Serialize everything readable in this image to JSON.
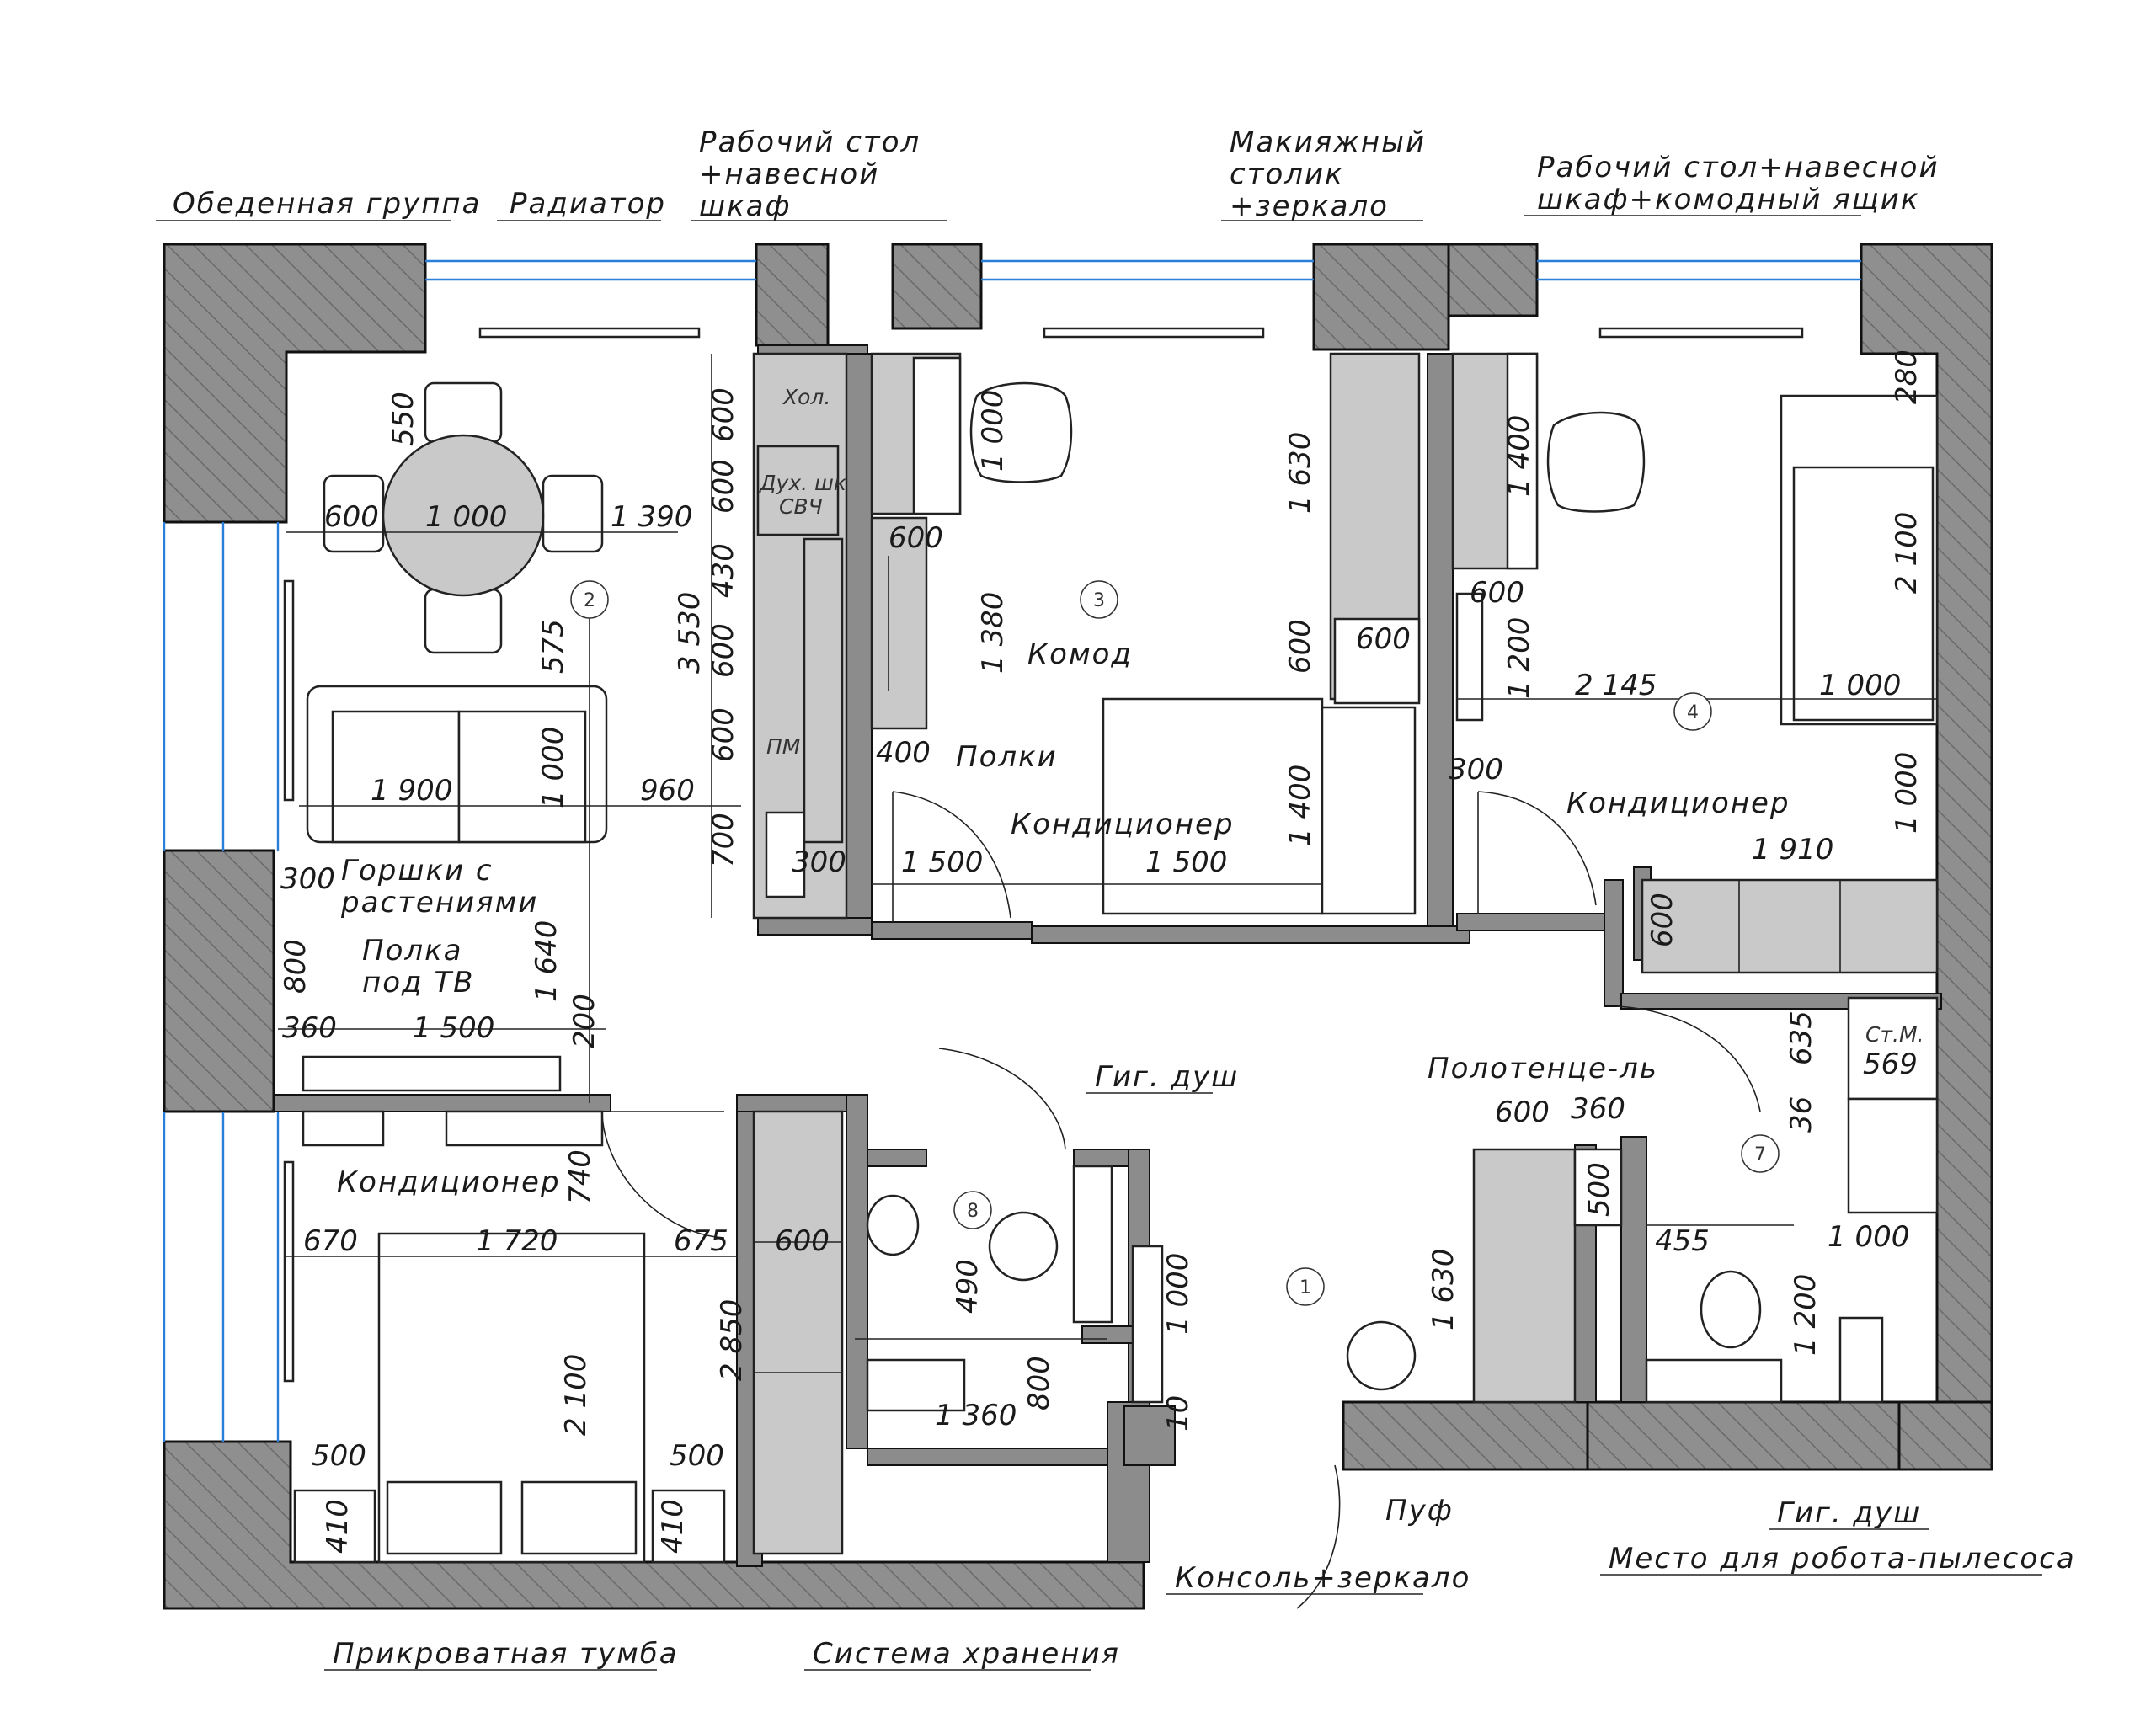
{
  "labels": {
    "dining_group": "Обеденная группа",
    "radiator": "Радиатор",
    "desk1_l1": "Рабочий стол",
    "desk1_l2": "+навесной",
    "desk1_l3": "шкаф",
    "makeup_l1": "Макияжный",
    "makeup_l2": "столик",
    "makeup_l3": "+зеркало",
    "desk2_l1": "Рабочий стол+навесной",
    "desk2_l2": "шкаф+комодный ящик",
    "fridge": "Хол.",
    "oven_l1": "Дух. шк",
    "oven_l2": "СВЧ",
    "dishwasher": "ПМ",
    "dresser": "Комод",
    "shelves": "Полки",
    "ac1": "Кондиционер",
    "ac2": "Кондиционер",
    "ac3": "Кондиционер",
    "plants_l1": "Горшки с",
    "plants_l2": "растениями",
    "tv_l1": "Полка",
    "tv_l2": "под ТВ",
    "hyg_shower1": "Гиг. душ",
    "towel": "Полотенце-ль",
    "washer_l1": "Ст.М.",
    "washer_l2": "569",
    "pouf": "Пуф",
    "console": "Консоль+зеркало",
    "robot": "Место для робота-пылесоса",
    "hyg_shower2": "Гиг. душ",
    "nightstand": "Прикроватная тумба",
    "storage": "Система хранения"
  },
  "rooms": [
    "1",
    "2",
    "3",
    "4",
    "7",
    "8"
  ],
  "dimensions": {
    "d550": "550",
    "d600a": "600",
    "d1000a": "1 000",
    "d1390": "1 390",
    "d575": "575",
    "d1900": "1 900",
    "d1000b": "1 000",
    "d960": "960",
    "d3530": "3 530",
    "k600a": "600",
    "k600b": "600",
    "k430": "430",
    "k600c": "600",
    "k600d": "600",
    "k700": "700",
    "d1000c": "1 000",
    "d600b": "600",
    "d1380": "1 380",
    "d400": "400",
    "d300a": "300",
    "d1500a": "1 500",
    "d1500b": "1 500",
    "d1630a": "1 630",
    "d600c": "600",
    "d600d": "600",
    "d1400a": "1 400",
    "d1400b": "1 400",
    "d600e": "600",
    "d1200a": "1 200",
    "d2145": "2 145",
    "d300b": "300",
    "d280": "280",
    "d2100a": "2 100",
    "d1000d": "1 000",
    "d1000e": "1 000",
    "d1910": "1 910",
    "d600f": "600",
    "d300c": "300",
    "d800a": "800",
    "d1640": "1 640",
    "d360a": "360",
    "d1500c": "1 500",
    "d200": "200",
    "d740": "740",
    "d670": "670",
    "d1720": "1 720",
    "d675": "675",
    "d600g": "600",
    "d2850": "2 850",
    "d2100b": "2 100",
    "d500a": "500",
    "d500b": "500",
    "d410a": "410",
    "d410b": "410",
    "d490": "490",
    "d1360": "1 360",
    "d800b": "800",
    "d1000f": "1 000",
    "d10": "10",
    "d600h": "600",
    "d360b": "360",
    "d500c": "500",
    "d455": "455",
    "d1630b": "1 630",
    "d635": "635",
    "d36": "36",
    "d1000g": "1 000",
    "d1200b": "1 200"
  },
  "colors": {
    "window": "#2a7fd8",
    "wall": "#8c8c8c",
    "furniture_fill": "#c9c9c9"
  }
}
